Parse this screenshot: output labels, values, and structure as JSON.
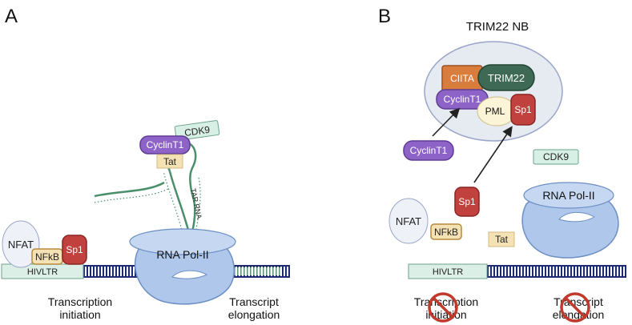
{
  "panels": {
    "a": {
      "letter": "A",
      "labels": {
        "nfat": "NFAT",
        "nfkb": "NFkB",
        "sp1": "Sp1",
        "hivltr": "HIVLTR",
        "rna_pol": "RNA Pol-II",
        "cyclin": "CyclinT1",
        "cdk9": "CDK9",
        "tat": "Tat",
        "tar_rna": "TAR RNA",
        "initiation_line1": "Transcription",
        "initiation_line2": "initiation",
        "elongation_line1": "Transcript",
        "elongation_line2": "elongation"
      }
    },
    "b": {
      "letter": "B",
      "labels": {
        "nb_title": "TRIM22 NB",
        "ciita": "CIITA",
        "trim22": "TRIM22",
        "cyclin_nb": "CyclinT1",
        "pml": "PML",
        "sp1_nb": "Sp1",
        "cyclin_free": "CyclinT1",
        "cdk9": "CDK9",
        "sp1_free": "Sp1",
        "rna_pol": "RNA Pol-II",
        "nfat": "NFAT",
        "nfkb": "NFkB",
        "tat": "Tat",
        "hivltr": "HIVLTR",
        "initiation_line1": "Transcription",
        "initiation_line2": "initiation",
        "elongation_line1": "Transcript",
        "elongation_line2": "elongation"
      }
    }
  },
  "colors": {
    "purple": "#8e63c7",
    "red": "#c1413f",
    "orange": "#d97d3c",
    "dark_green": "#3e6a55",
    "cdk9_fill": "#d8efe6",
    "tan": "#f4e2b5",
    "pol_blue": "#aec7eb",
    "dna_navy": "#1d2a72",
    "rna_green": "#4a8f6b",
    "nb_fill": "#e6ebf2",
    "pml_fill": "#fbf4d6",
    "ltr_fill": "#dcefe6",
    "no_sign": "#c0392b"
  },
  "icons": [
    "no-sign-icon",
    "rna-pol-ii-icon",
    "dna-helix-icon",
    "arrow-icon"
  ]
}
